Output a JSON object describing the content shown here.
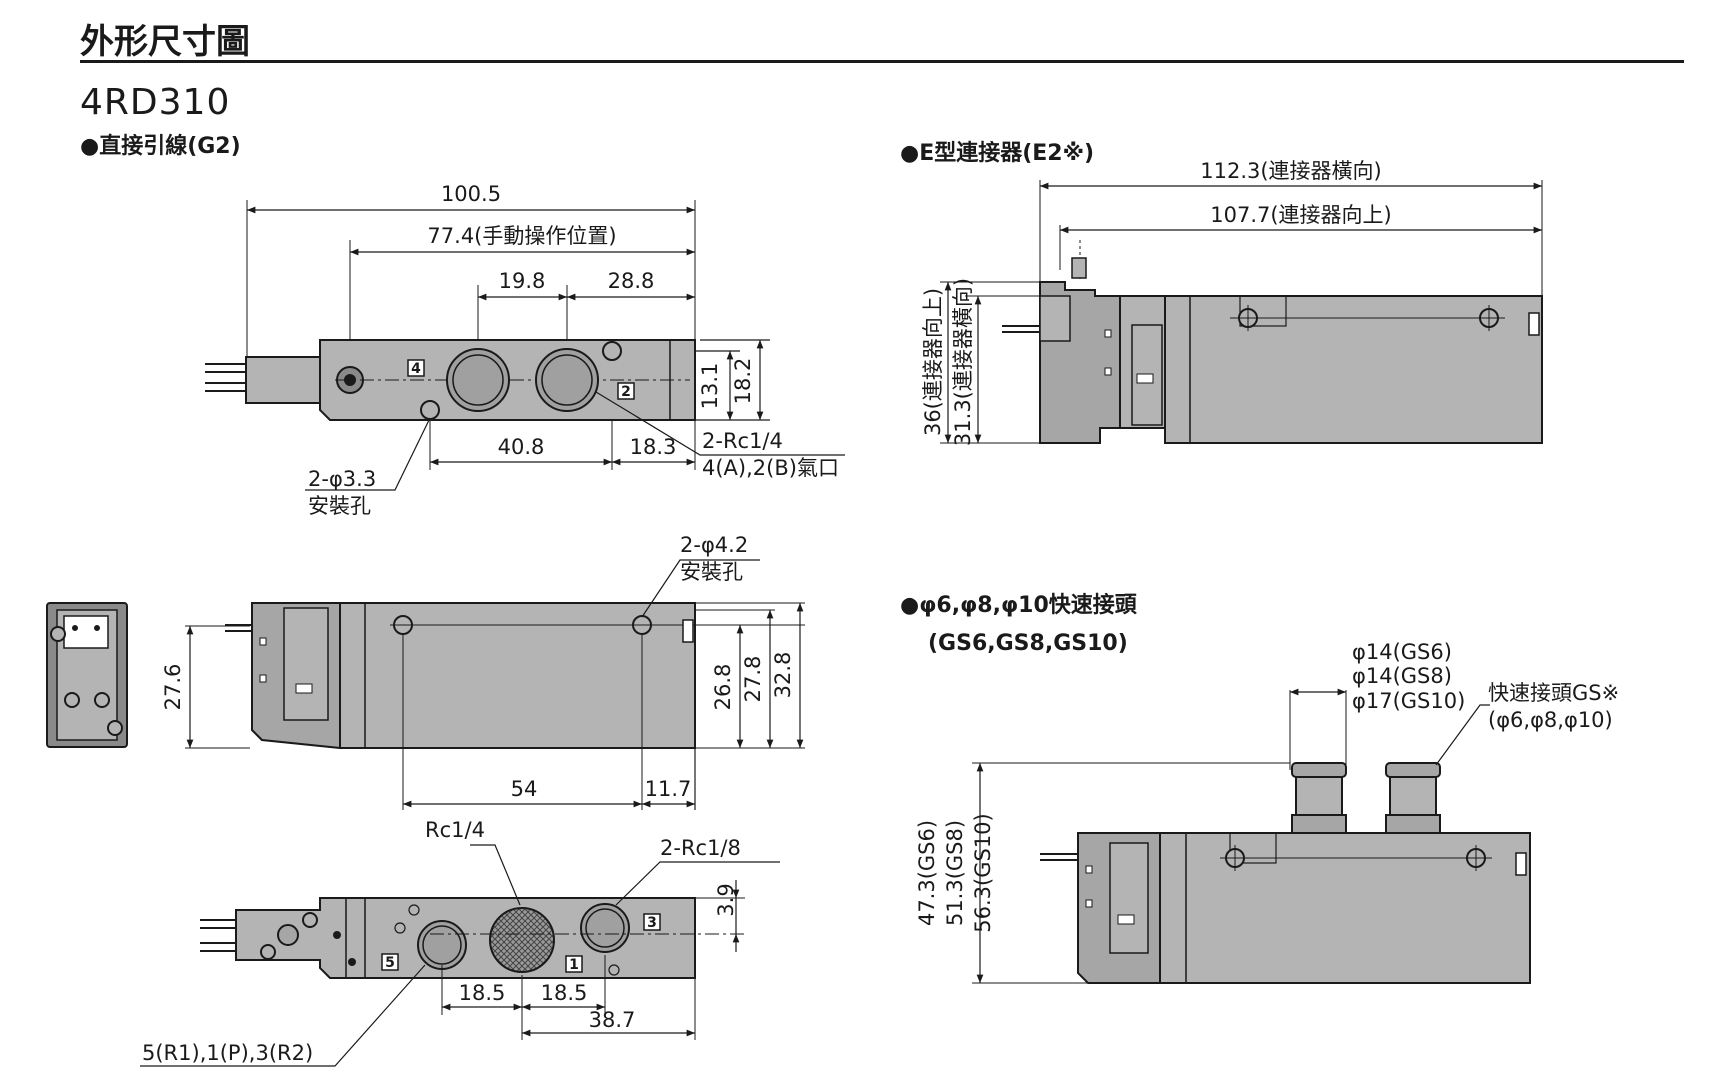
{
  "page_title": "外形尺寸圖",
  "model": "4RD310",
  "sections": {
    "g2": "●直接引線(G2)",
    "e2": "●E型連接器(E2※)",
    "gs": "●φ6,φ8,φ10快速接頭",
    "gs_sub": "(GS6,GS8,GS10)"
  },
  "top_view": {
    "overall": "100.5",
    "manual": "77.4(手動操作位置)",
    "d19": "19.8",
    "d28": "28.8",
    "h13": "13.1",
    "h18": "18.2",
    "d40": "40.8",
    "d18": "18.3",
    "port_a": "2-Rc1/4",
    "port_b": "4(A),2(B)氣口",
    "hole_a": "2-φ3.3",
    "hole_b": "安裝孔",
    "port4": "4",
    "port2": "2"
  },
  "side_view": {
    "hole_a": "2-φ4.2",
    "hole_b": "安裝孔",
    "h27_6": "27.6",
    "h26_8": "26.8",
    "h27_8": "27.8",
    "h32_8": "32.8",
    "d54": "54",
    "d11": "11.7"
  },
  "bottom_view": {
    "rc14": "Rc1/4",
    "rc18": "2-Rc1/8",
    "d3_9": "3.9",
    "d18a": "18.5",
    "d18b": "18.5",
    "d38": "38.7",
    "ports": "5(R1),1(P),3(R2)",
    "port5": "5",
    "port1": "1",
    "port3": "3"
  },
  "e2_view": {
    "w112": "112.3(連接器橫向)",
    "w107": "107.7(連接器向上)",
    "h36": "36(連接器向上)",
    "h31": "31.3(連接器橫向)"
  },
  "gs_view": {
    "d14a": "φ14(GS6)",
    "d14b": "φ14(GS8)",
    "d17": "φ17(GS10)",
    "fit_a": "快速接頭GS※",
    "fit_b": "(φ6,φ8,φ10)",
    "h47": "47.3(GS6)",
    "h51": "51.3(GS8)",
    "h56": "56.3(GS10)"
  },
  "colors": {
    "body": "#b4b4b4",
    "line": "#1a1a1a",
    "dark": "#8a8a8a"
  }
}
